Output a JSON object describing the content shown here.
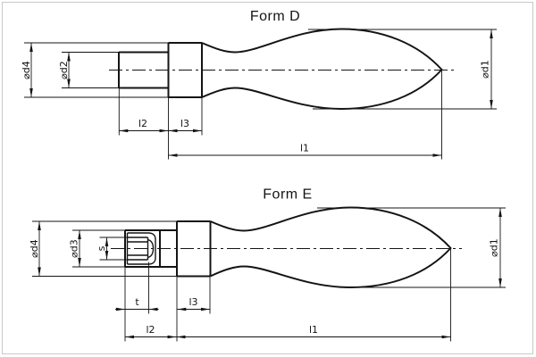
{
  "colors": {
    "background": "#ffffff",
    "line": "#141414",
    "frame": "#c9c9c9"
  },
  "figures": [
    {
      "id": "form-d",
      "title": "Form D",
      "labels": {
        "d4": "⌀d4",
        "d2": "⌀d2",
        "d1": "⌀d1",
        "l2": "l2",
        "l3": "l3",
        "l1": "l1"
      }
    },
    {
      "id": "form-e",
      "title": "Form E",
      "labels": {
        "d4": "⌀d4",
        "d3": "⌀d3",
        "s": "s",
        "d1": "⌀d1",
        "t": "t",
        "l3": "l3",
        "l2": "l2",
        "l1": "l1"
      }
    }
  ]
}
